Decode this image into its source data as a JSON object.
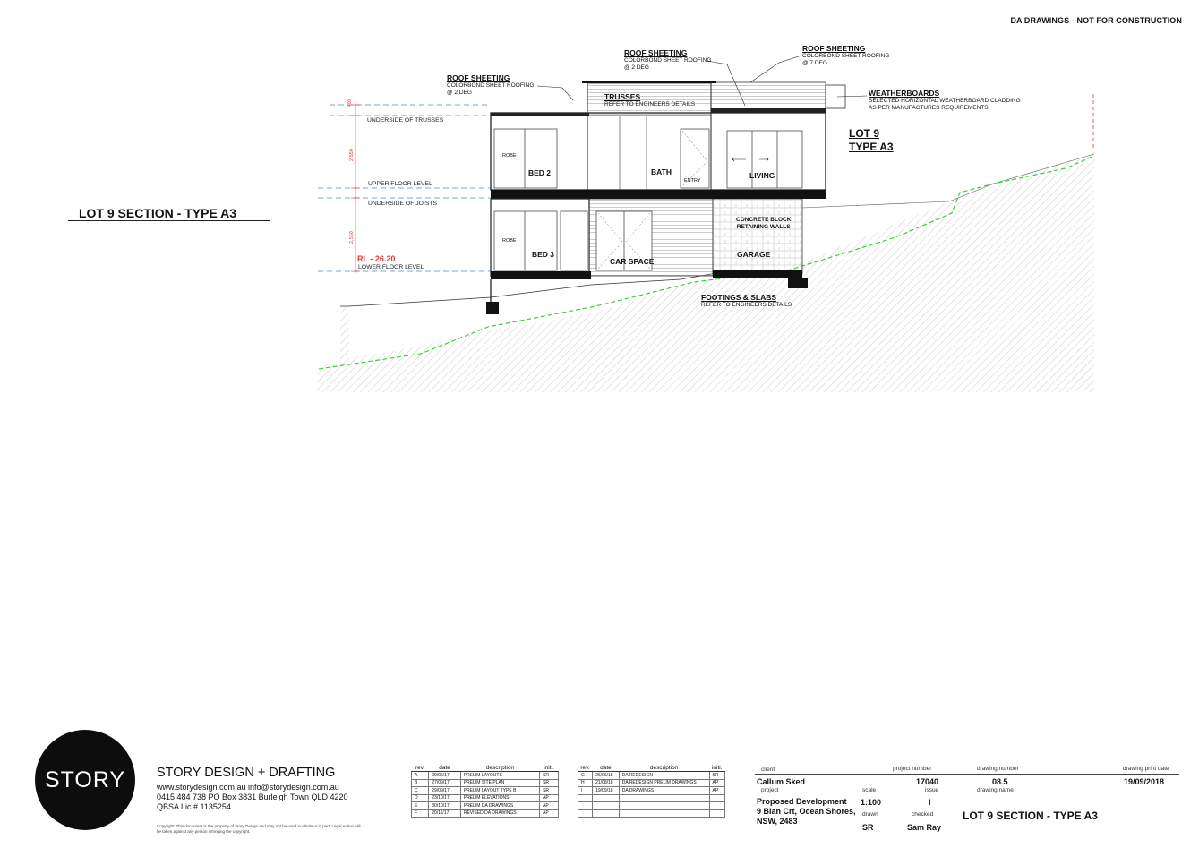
{
  "header_note": "DA DRAWINGS - NOT FOR CONSTRUCTION",
  "section_title": "LOT 9 SECTION - TYPE A3",
  "annotations": {
    "roof_left": {
      "title": "ROOF SHEETING",
      "lines": [
        "COLORBOND SHEET ROOFING",
        "@ 2 DEG"
      ]
    },
    "roof_mid": {
      "title": "ROOF SHEETING",
      "lines": [
        "COLORBOND SHEET ROOFING",
        "@ 2 DEG"
      ]
    },
    "roof_right": {
      "title": "ROOF SHEETING",
      "lines": [
        "COLORBOND SHEET ROOFING",
        "@ 7 DEG"
      ]
    },
    "trusses": {
      "title": "TRUSSES",
      "lines": [
        "REFER TO ENGINEERS DETAILS"
      ]
    },
    "weatherboards": {
      "title": "WEATHERBOARDS",
      "lines": [
        "SELECTED HORIZONTAL WEATHERBOARD CLADDING",
        "AS PER MANUFACTURES REQUIREMENTS"
      ]
    },
    "footings": {
      "title": "FOOTINGS & SLABS",
      "lines": [
        "REFER TO ENGINEERS DETAILS"
      ]
    },
    "concrete": [
      "CONCRETE BLOCK",
      "RETAINING WALLS"
    ]
  },
  "lot_label": [
    "LOT 9",
    "TYPE A3"
  ],
  "levels": {
    "underside_trusses": "UNDERSIDE OF TRUSSES",
    "upper_floor": "UPPER FLOOR LEVEL",
    "underside_joists": "UNDERSIDE OF JOISTS",
    "rl": "RL - 26.20",
    "lower_floor": "LOWER FLOOR LEVEL",
    "dim_top": "400",
    "dim_upper": "2,550",
    "dim_lower": "2,550"
  },
  "rooms": {
    "robe_upper": "ROBE",
    "bed2": "BED 2",
    "bath": "BATH",
    "entry": "ENTRY",
    "living": "LIVING",
    "robe_lower": "ROBE",
    "bed3": "BED 3",
    "car_space": "CAR SPACE",
    "garage": "GARAGE"
  },
  "firm": {
    "logo_text": "STORY",
    "name": "STORY DESIGN + DRAFTING",
    "line1": "www.storydesign.com.au      info@storydesign.com.au",
    "line2": "0415 484 738    PO Box 3831 Burleigh Town QLD 4220",
    "line3": "QBSA Lic # 1135254",
    "copyright": "Copyright: This document is the property of Story Design and may not be used in whole or in part. Legal Action will be taken against any person infringing the copyright."
  },
  "revisions_headers": [
    "rev.",
    "date",
    "description",
    "initi."
  ],
  "revisions_left": [
    [
      "A",
      "29/06/17",
      "PRELIM LAYOUTS",
      "SR"
    ],
    [
      "B",
      "27/09/17",
      "PRELIM SITE PLAN",
      "SR"
    ],
    [
      "C",
      "29/09/17",
      "PRELIM LAYOUT TYPE B",
      "SR"
    ],
    [
      "D",
      "23/10/17",
      "PRELIM ELEVATIONS",
      "AP"
    ],
    [
      "E",
      "30/10/17",
      "PRELIM DA DRAWINGS",
      "AP"
    ],
    [
      "F",
      "20/11/17",
      "REVISED DA DRAWINGS",
      "AP"
    ]
  ],
  "revisions_right": [
    [
      "G",
      "26/06/18",
      "DA REDESIGN",
      "SR"
    ],
    [
      "H",
      "21/08/18",
      "DA REDESIGN PRELIM DRAWINGS",
      "AP"
    ],
    [
      "I",
      "19/09/18",
      "DA DRAWINGS",
      "AP"
    ],
    [
      "",
      "",
      "",
      ""
    ],
    [
      "",
      "",
      "",
      ""
    ],
    [
      "",
      "",
      "",
      ""
    ]
  ],
  "title_block": {
    "client_label": "client",
    "client": "Callum Sked",
    "project_number_label": "project number",
    "project_number": "17040",
    "project_label": "project",
    "project": [
      "Proposed Development",
      "9 Bian Crt, Ocean Shores,",
      "NSW, 2483"
    ],
    "scale_label": "scale",
    "scale": "1:100",
    "issue_label": "issue",
    "issue": "I",
    "drawn_label": "drawn",
    "drawn": "SR",
    "checked_label": "checked",
    "checked": "Sam Ray",
    "drawing_number_label": "drawing number",
    "drawing_number": "08.5",
    "drawing_name_label": "drawing name",
    "drawing_name": "LOT 9 SECTION - TYPE A3",
    "print_date_label": "drawing print date",
    "print_date": "19/09/2018"
  }
}
